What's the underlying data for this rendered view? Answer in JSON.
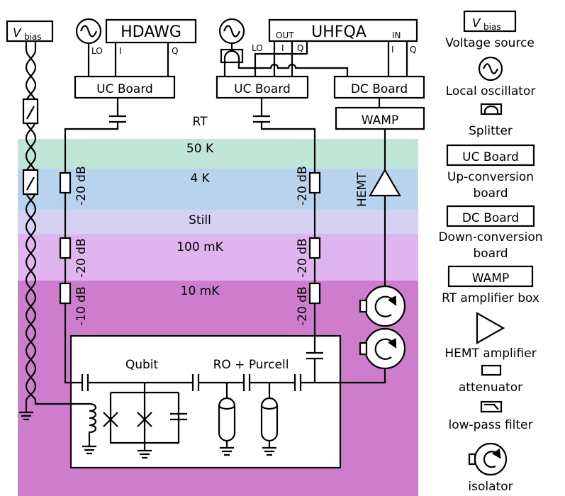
{
  "colors": {
    "band_50k": "#bfe6d7",
    "band_4k": "#b7d3ee",
    "band_still": "#d6d1f2",
    "band_100mk": "#e0b4ee",
    "band_10mk": "#cd7dcb",
    "line": "#000000"
  },
  "instruments": {
    "vbias_v": "V",
    "vbias_sub": "bias",
    "hdawg": "HDAWG",
    "uhfqa": "UHFQA",
    "lo": "LO",
    "i": "I",
    "q": "Q",
    "out": "OUT",
    "in": "IN"
  },
  "boards": {
    "uc_board": "UC Board",
    "dc_board": "DC Board",
    "wamp": "WAMP"
  },
  "stages": {
    "rt": "RT",
    "k50": "50 K",
    "k4": "4 K",
    "still": "Still",
    "mk100": "100 mK",
    "mk10": "10 mK"
  },
  "attenuators": {
    "a20": "-20 dB",
    "a10": "-10 dB"
  },
  "amplifier": {
    "hemt": "HEMT"
  },
  "chip": {
    "qubit": "Qubit",
    "ro_purcell": "RO + Purcell"
  },
  "legend": {
    "vbias_v": "V",
    "vbias_sub": "bias",
    "voltage_source": "Voltage source",
    "local_oscillator": "Local oscillator",
    "splitter": "Splitter",
    "uc_board": "UC Board",
    "upconv_1": "Up-conversion",
    "upconv_2": "board",
    "dc_board": "DC Board",
    "downconv_1": "Down-conversion",
    "downconv_2": "board",
    "wamp": "WAMP",
    "rt_amp": "RT amplifier box",
    "hemt_amp": "HEMT amplifier",
    "attenuator": "attenuator",
    "lpf": "low-pass filter",
    "isolator": "isolator"
  }
}
